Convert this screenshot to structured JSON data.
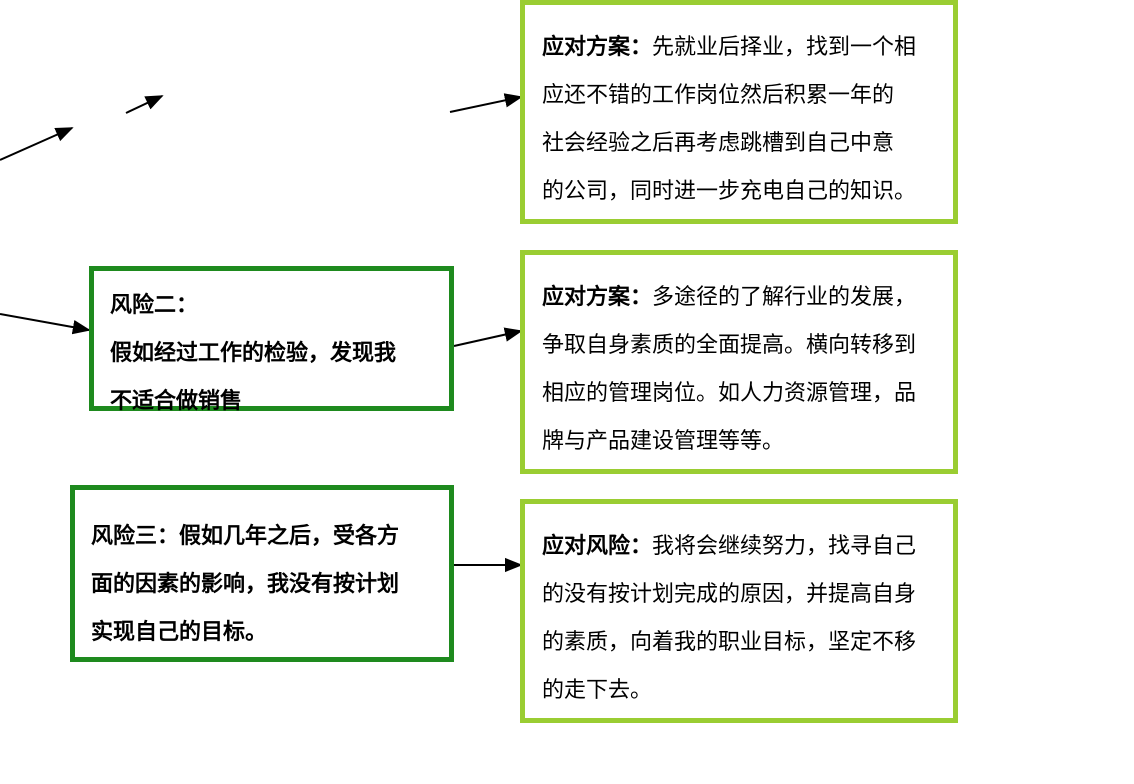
{
  "colors": {
    "risk_border": "#1e8a1e",
    "plan_border": "#9acd32",
    "arrow": "#000000"
  },
  "risks": [
    {
      "lines": [
        "风险二：",
        "假如经过工作的检验，发现我",
        "不适合做销售"
      ]
    },
    {
      "lines": [
        "风险三：假如几年之后，受各方",
        "面的因素的影响，我没有按计划",
        "实现自己的目标。"
      ]
    }
  ],
  "plans": [
    {
      "label": "应对方案：",
      "lines": [
        "先就业后择业，找到一个相",
        "应还不错的工作岗位然后积累一年的",
        "社会经验之后再考虑跳槽到自己中意",
        "的公司，同时进一步充电自己的知识。"
      ]
    },
    {
      "label": "应对方案：",
      "lines": [
        "多途径的了解行业的发展，",
        "争取自身素质的全面提高。横向转移到",
        "相应的管理岗位。如人力资源管理，品",
        "牌与产品建设管理等等。"
      ]
    },
    {
      "label": "应对风险：",
      "lines": [
        "我将会继续努力，找寻自己",
        "的没有按计划完成的原因，并提高自身",
        "的素质，向着我的职业目标，坚定不移",
        "的走下去。"
      ]
    }
  ]
}
